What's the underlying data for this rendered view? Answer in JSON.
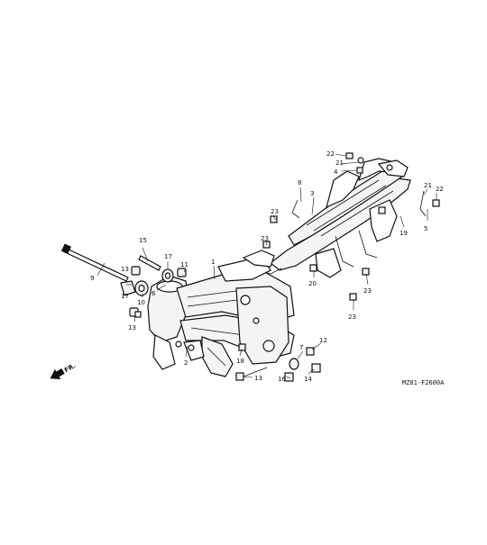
{
  "diagram_code": "MZ81-F2600A",
  "direction_label": "FR.",
  "callouts": {
    "c1": "1",
    "c2": "2",
    "c3": "3",
    "c4": "4",
    "c5": "5",
    "c6": "6",
    "c7": "7",
    "c8": "8",
    "c9": "9",
    "c10": "10",
    "c11": "11",
    "c12": "12",
    "c13a": "13",
    "c13b": "13",
    "c13c": "13",
    "c14": "14",
    "c15": "15",
    "c16": "16",
    "c17a": "17",
    "c17b": "17",
    "c18": "18",
    "c19": "19",
    "c20": "20",
    "c21a": "21",
    "c21b": "21",
    "c22a": "22",
    "c22b": "22",
    "c23a": "23",
    "c23b": "23",
    "c23c": "23",
    "c23d": "23"
  }
}
